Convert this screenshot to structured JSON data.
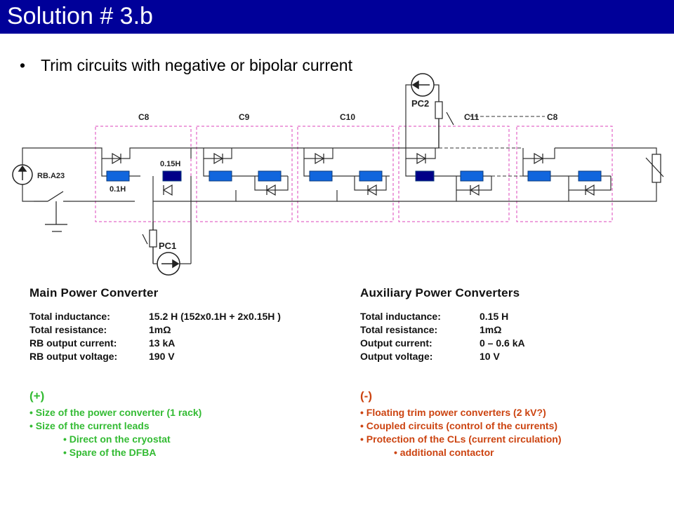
{
  "title": "Solution # 3.b",
  "bullet": "Trim circuits with negative or bipolar current",
  "diagram": {
    "labels": {
      "c8a": "C8",
      "c9": "C9",
      "c10": "C10",
      "c11": "C11",
      "c8b": "C8",
      "pc2": "PC2",
      "pc1": "PC1",
      "rb": "RB.A23",
      "l015": "0.15H",
      "l01": "0.1H"
    }
  },
  "main": {
    "heading": "Main Power Converter",
    "rows": [
      {
        "k": "Total inductance:",
        "v": "15.2 H (152x0.1H + 2x0.15H )"
      },
      {
        "k": "Total resistance:",
        "v": "1mΩ"
      },
      {
        "k": "RB output current:",
        "v": "13 kA"
      },
      {
        "k": "RB output voltage:",
        "v": "190 V"
      }
    ]
  },
  "aux": {
    "heading": "Auxiliary Power Converters",
    "rows": [
      {
        "k": "Total inductance:",
        "v": "0.15 H"
      },
      {
        "k": "Total resistance:",
        "v": "1mΩ"
      },
      {
        "k": "Output current:",
        "v": "0 – 0.6 kA"
      },
      {
        "k": "Output voltage:",
        "v": "10 V"
      }
    ]
  },
  "pros": {
    "head": "(+)",
    "items": [
      "• Size of the power converter (1 rack)",
      "• Size of the current leads",
      "• Direct on the cryostat",
      "• Spare of the DFBA"
    ]
  },
  "cons": {
    "head": "(-)",
    "items": [
      "• Floating trim power converters (2 kV?)",
      "• Coupled circuits (control of the currents)",
      "• Protection of the CLs (current circulation)",
      "• additional contactor"
    ]
  },
  "colors": {
    "titlebar": "#000099",
    "pros": "#33bb33",
    "cons": "#cc4411",
    "magnet": "#1166dd",
    "magnet_dark": "#000088",
    "dashed_box": "#dd44bb"
  }
}
